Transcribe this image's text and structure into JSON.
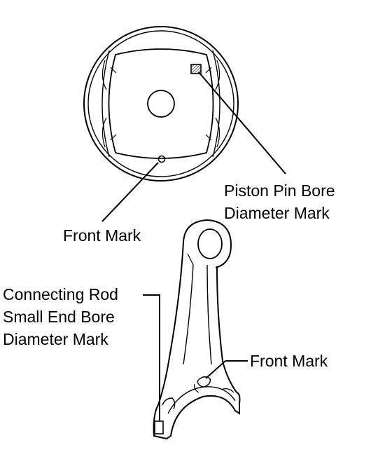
{
  "labels": {
    "piston_pin_bore": {
      "line1": "Piston Pin Bore",
      "line2": "Diameter Mark"
    },
    "front_mark_piston": "Front Mark",
    "rod_small_end": {
      "line1": "Connecting Rod",
      "line2": "Small End Bore",
      "line3": "Diameter Mark"
    },
    "front_mark_rod": "Front Mark"
  },
  "colors": {
    "line": "#000000",
    "background": "#ffffff",
    "hatch": "#000000"
  }
}
